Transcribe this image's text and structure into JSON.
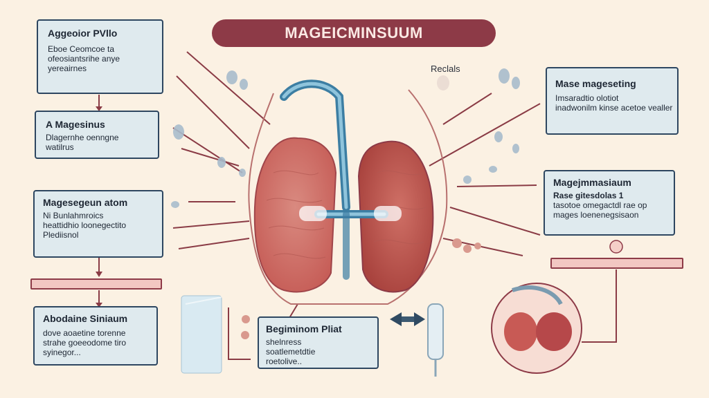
{
  "title": "MAGEICMINSUUM",
  "top_note": "Reclals",
  "boxes": {
    "top_left": {
      "heading": "Aggeoior PVllo",
      "lines": [
        "Eboe Ceomcoe ta",
        "ofeosiantsrihe anye",
        "yereairnes"
      ]
    },
    "mid_left": {
      "heading": "A   Magesinus",
      "lines": [
        "Dlagernhe oenngne",
        "watilrus"
      ]
    },
    "lower_left": {
      "heading": "Magesegeun atom",
      "lines": [
        "Ni Bunlahmroics",
        "heattidhio loonegectito",
        "Plediisnol"
      ]
    },
    "bottom_left": {
      "heading": "Abodaine Siniaum",
      "lines": [
        "dove aoaetine torenne",
        "strahe goeeodome tiro",
        "syinegor..."
      ]
    },
    "bottom_center": {
      "heading": "Begiminom Pliat",
      "lines": [
        "shelnress",
        "soatlemetdtie",
        "roetolive.."
      ]
    },
    "top_right": {
      "heading": "Mase mageseting",
      "lines": [
        "Imsaradtio olotiot",
        "inadwonilm kinse acetoe vealler"
      ]
    },
    "mid_right": {
      "heading": "Magejmmasiaum",
      "lines": [
        "Rase gitesdolas 1",
        "tasotoe omegactdl rae op",
        "mages loenenegsisaon"
      ]
    }
  }
}
